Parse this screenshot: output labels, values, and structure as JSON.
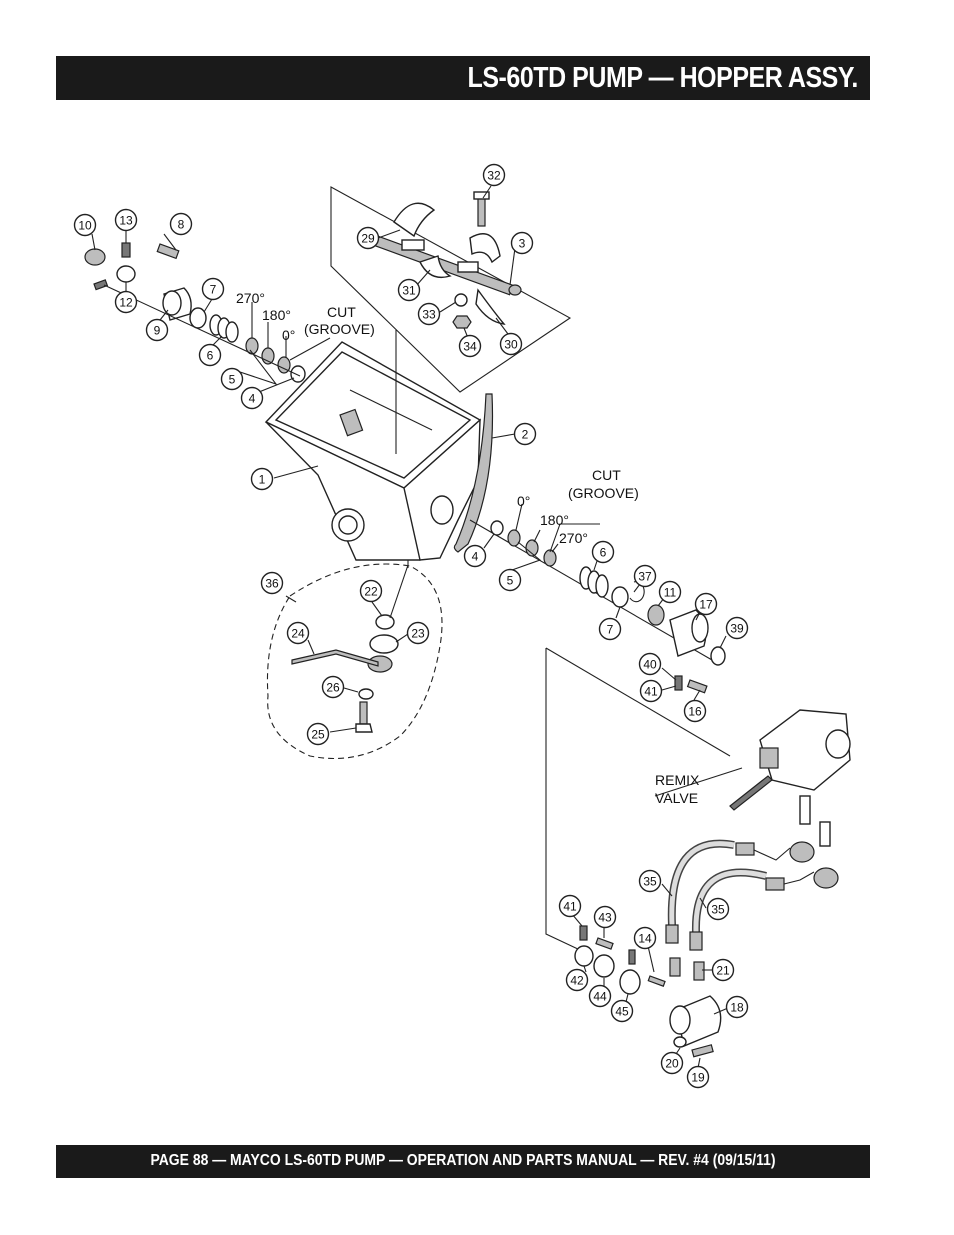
{
  "header": {
    "title": "LS-60TD PUMP — HOPPER ASSY."
  },
  "footer": {
    "text": "PAGE 88 — MAYCO LS-60TD PUMP — OPERATION AND PARTS MANUAL — REV. #4 (09/15/11)"
  },
  "annotations": {
    "cut_left": "CUT",
    "groove_left": "(GROOVE)",
    "deg270_left": "270°",
    "deg180_left": "180°",
    "deg0_left": "0°",
    "cut_right": "CUT",
    "groove_right": "(GROOVE)",
    "deg0_right": "0°",
    "deg180_right": "180°",
    "deg270_right": "270°",
    "remix_1": "REMIX",
    "remix_2": "VALVE"
  },
  "callouts": [
    {
      "id": "c10",
      "num": "10"
    },
    {
      "id": "c13",
      "num": "13"
    },
    {
      "id": "c8",
      "num": "8"
    },
    {
      "id": "c12",
      "num": "12"
    },
    {
      "id": "c7a",
      "num": "7"
    },
    {
      "id": "c9",
      "num": "9"
    },
    {
      "id": "c6a",
      "num": "6"
    },
    {
      "id": "c5a",
      "num": "5"
    },
    {
      "id": "c4a",
      "num": "4"
    },
    {
      "id": "c32",
      "num": "32"
    },
    {
      "id": "c29",
      "num": "29"
    },
    {
      "id": "c3",
      "num": "3"
    },
    {
      "id": "c31",
      "num": "31"
    },
    {
      "id": "c33",
      "num": "33"
    },
    {
      "id": "c34",
      "num": "34"
    },
    {
      "id": "c30",
      "num": "30"
    },
    {
      "id": "c2",
      "num": "2"
    },
    {
      "id": "c1",
      "num": "1"
    },
    {
      "id": "c4b",
      "num": "4"
    },
    {
      "id": "c5b",
      "num": "5"
    },
    {
      "id": "c6b",
      "num": "6"
    },
    {
      "id": "c37",
      "num": "37"
    },
    {
      "id": "c11",
      "num": "11"
    },
    {
      "id": "c7b",
      "num": "7"
    },
    {
      "id": "c17",
      "num": "17"
    },
    {
      "id": "c39",
      "num": "39"
    },
    {
      "id": "c40",
      "num": "40"
    },
    {
      "id": "c41a",
      "num": "41"
    },
    {
      "id": "c16",
      "num": "16"
    },
    {
      "id": "c36",
      "num": "36"
    },
    {
      "id": "c22",
      "num": "22"
    },
    {
      "id": "c23",
      "num": "23"
    },
    {
      "id": "c24",
      "num": "24"
    },
    {
      "id": "c26",
      "num": "26"
    },
    {
      "id": "c25",
      "num": "25"
    },
    {
      "id": "c35a",
      "num": "35"
    },
    {
      "id": "c35b",
      "num": "35"
    },
    {
      "id": "c41b",
      "num": "41"
    },
    {
      "id": "c43",
      "num": "43"
    },
    {
      "id": "c14",
      "num": "14"
    },
    {
      "id": "c21",
      "num": "21"
    },
    {
      "id": "c42",
      "num": "42"
    },
    {
      "id": "c44",
      "num": "44"
    },
    {
      "id": "c45",
      "num": "45"
    },
    {
      "id": "c18",
      "num": "18"
    },
    {
      "id": "c20",
      "num": "20"
    },
    {
      "id": "c19",
      "num": "19"
    }
  ]
}
